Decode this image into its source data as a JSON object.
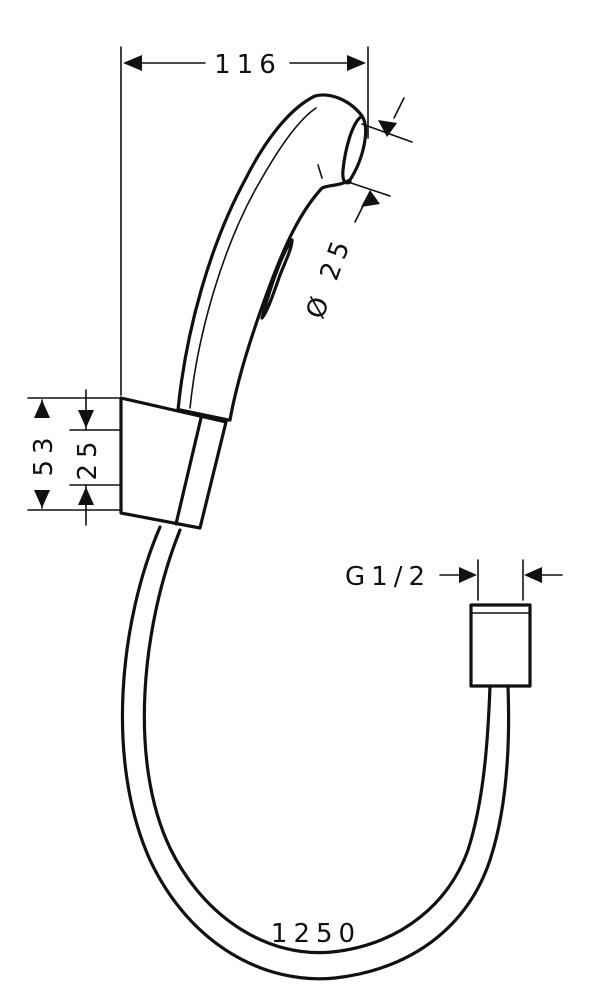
{
  "dimensions": {
    "width_top": "116",
    "diameter_head": "Ø 25",
    "holder_height_outer": "53",
    "holder_height_inner": "25",
    "thread": "G1/2",
    "hose_length": "1250"
  },
  "colors": {
    "line": "#111111",
    "background": "#ffffff"
  }
}
